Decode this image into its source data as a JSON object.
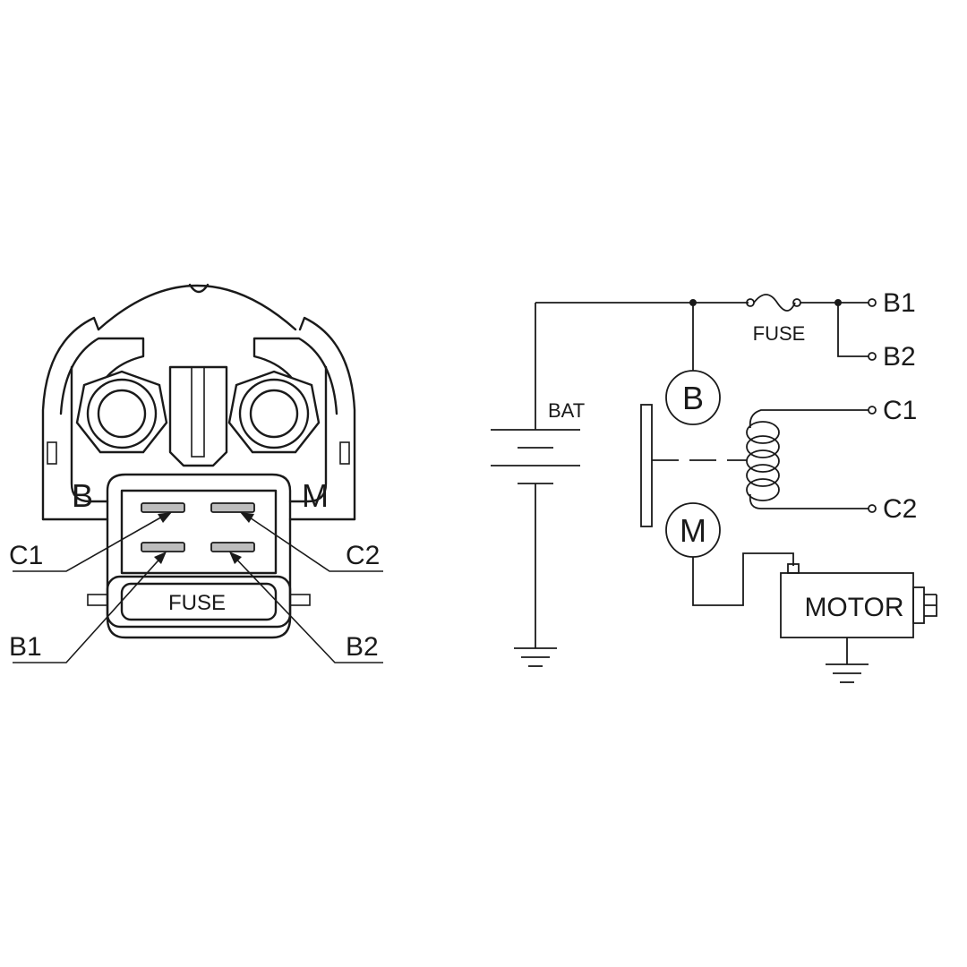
{
  "relay": {
    "terminal_b": "B",
    "terminal_m": "M",
    "fuse_label": "FUSE",
    "pins": {
      "c1": "C1",
      "c2": "C2",
      "b1": "B1",
      "b2": "B2"
    }
  },
  "schematic": {
    "battery_label": "BAT",
    "fuse_label": "FUSE",
    "contact_b": "B",
    "contact_m": "M",
    "motor_label": "MOTOR",
    "terminals": {
      "b1": "B1",
      "b2": "B2",
      "c1": "C1",
      "c2": "C2"
    }
  }
}
